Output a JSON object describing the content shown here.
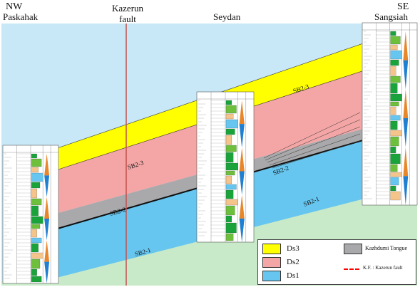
{
  "header": {
    "nw": "NW",
    "paskahak": "Paskahak",
    "kazerun": "Kazerun",
    "fault": "fault",
    "seydan": "Seydan",
    "sangsiah": "Sangsiah",
    "se": "SE"
  },
  "boundaries": {
    "sb23": "SB2-3",
    "sb22": "SB2-2",
    "sb21": "SB2-1"
  },
  "legend": {
    "ds3": "Ds3",
    "ds2": "Ds2",
    "ds1": "Ds1",
    "tongue": "Kazhdumi Tongue",
    "fault": "K.F. : Kazerun fault"
  },
  "colors": {
    "sky": "#c9e8f7",
    "ds3": "#ffff00",
    "ds2": "#f4a6a6",
    "ds1": "#66c6ef",
    "tongue": "#a9a9ab",
    "base": "#c9eac9",
    "fault": "#c0504d",
    "fault_legend": "#ff0000"
  }
}
